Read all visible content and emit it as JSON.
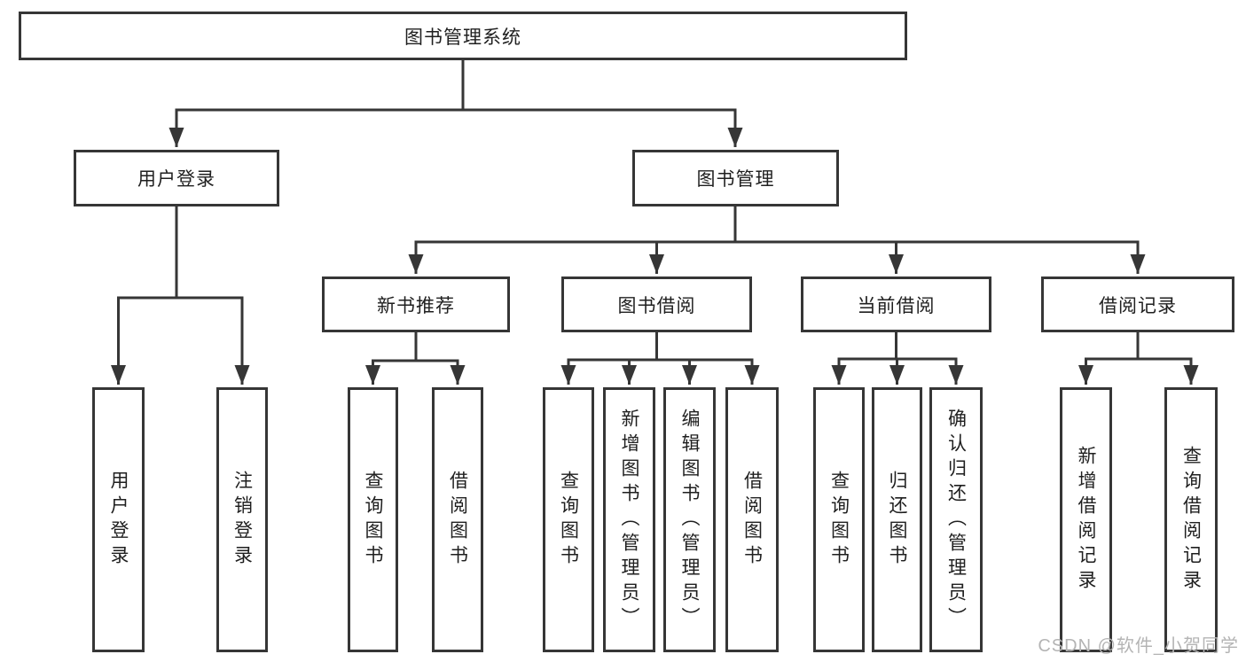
{
  "diagram": {
    "title": "图书管理系统",
    "root": {
      "label": "图书管理系统"
    },
    "level2": [
      {
        "id": "user-login",
        "label": "用户登录"
      },
      {
        "id": "book-management",
        "label": "图书管理"
      }
    ],
    "level3": [
      {
        "id": "new-book-recommend",
        "label": "新书推荐",
        "parent": "图书管理"
      },
      {
        "id": "book-borrow",
        "label": "图书借阅",
        "parent": "图书管理"
      },
      {
        "id": "current-borrow",
        "label": "当前借阅",
        "parent": "图书管理"
      },
      {
        "id": "borrow-records",
        "label": "借阅记录",
        "parent": "图书管理"
      }
    ],
    "leaves": [
      {
        "label": "用户登录",
        "parent": "用户登录"
      },
      {
        "label": "注销登录",
        "parent": "用户登录"
      },
      {
        "label": "查询图书",
        "parent": "新书推荐"
      },
      {
        "label": "借阅图书",
        "parent": "新书推荐"
      },
      {
        "label": "查询图书",
        "parent": "图书借阅"
      },
      {
        "label": "新增图书（管理员）",
        "parent": "图书借阅"
      },
      {
        "label": "编辑图书（管理员）",
        "parent": "图书借阅"
      },
      {
        "label": "借阅图书",
        "parent": "图书借阅"
      },
      {
        "label": "查询图书",
        "parent": "当前借阅"
      },
      {
        "label": "归还图书",
        "parent": "当前借阅"
      },
      {
        "label": "确认归还（管理员）",
        "parent": "当前借阅"
      },
      {
        "label": "新增借阅记录",
        "parent": "借阅记录"
      },
      {
        "label": "查询借阅记录",
        "parent": "借阅记录"
      }
    ]
  },
  "watermark": {
    "text": "CSDN @软件_小贺同学"
  },
  "colors": {
    "line": "#363636",
    "box_border": "#363636",
    "text": "#1f1f1f",
    "watermark": "#b4b4b4",
    "background": "#ffffff"
  }
}
